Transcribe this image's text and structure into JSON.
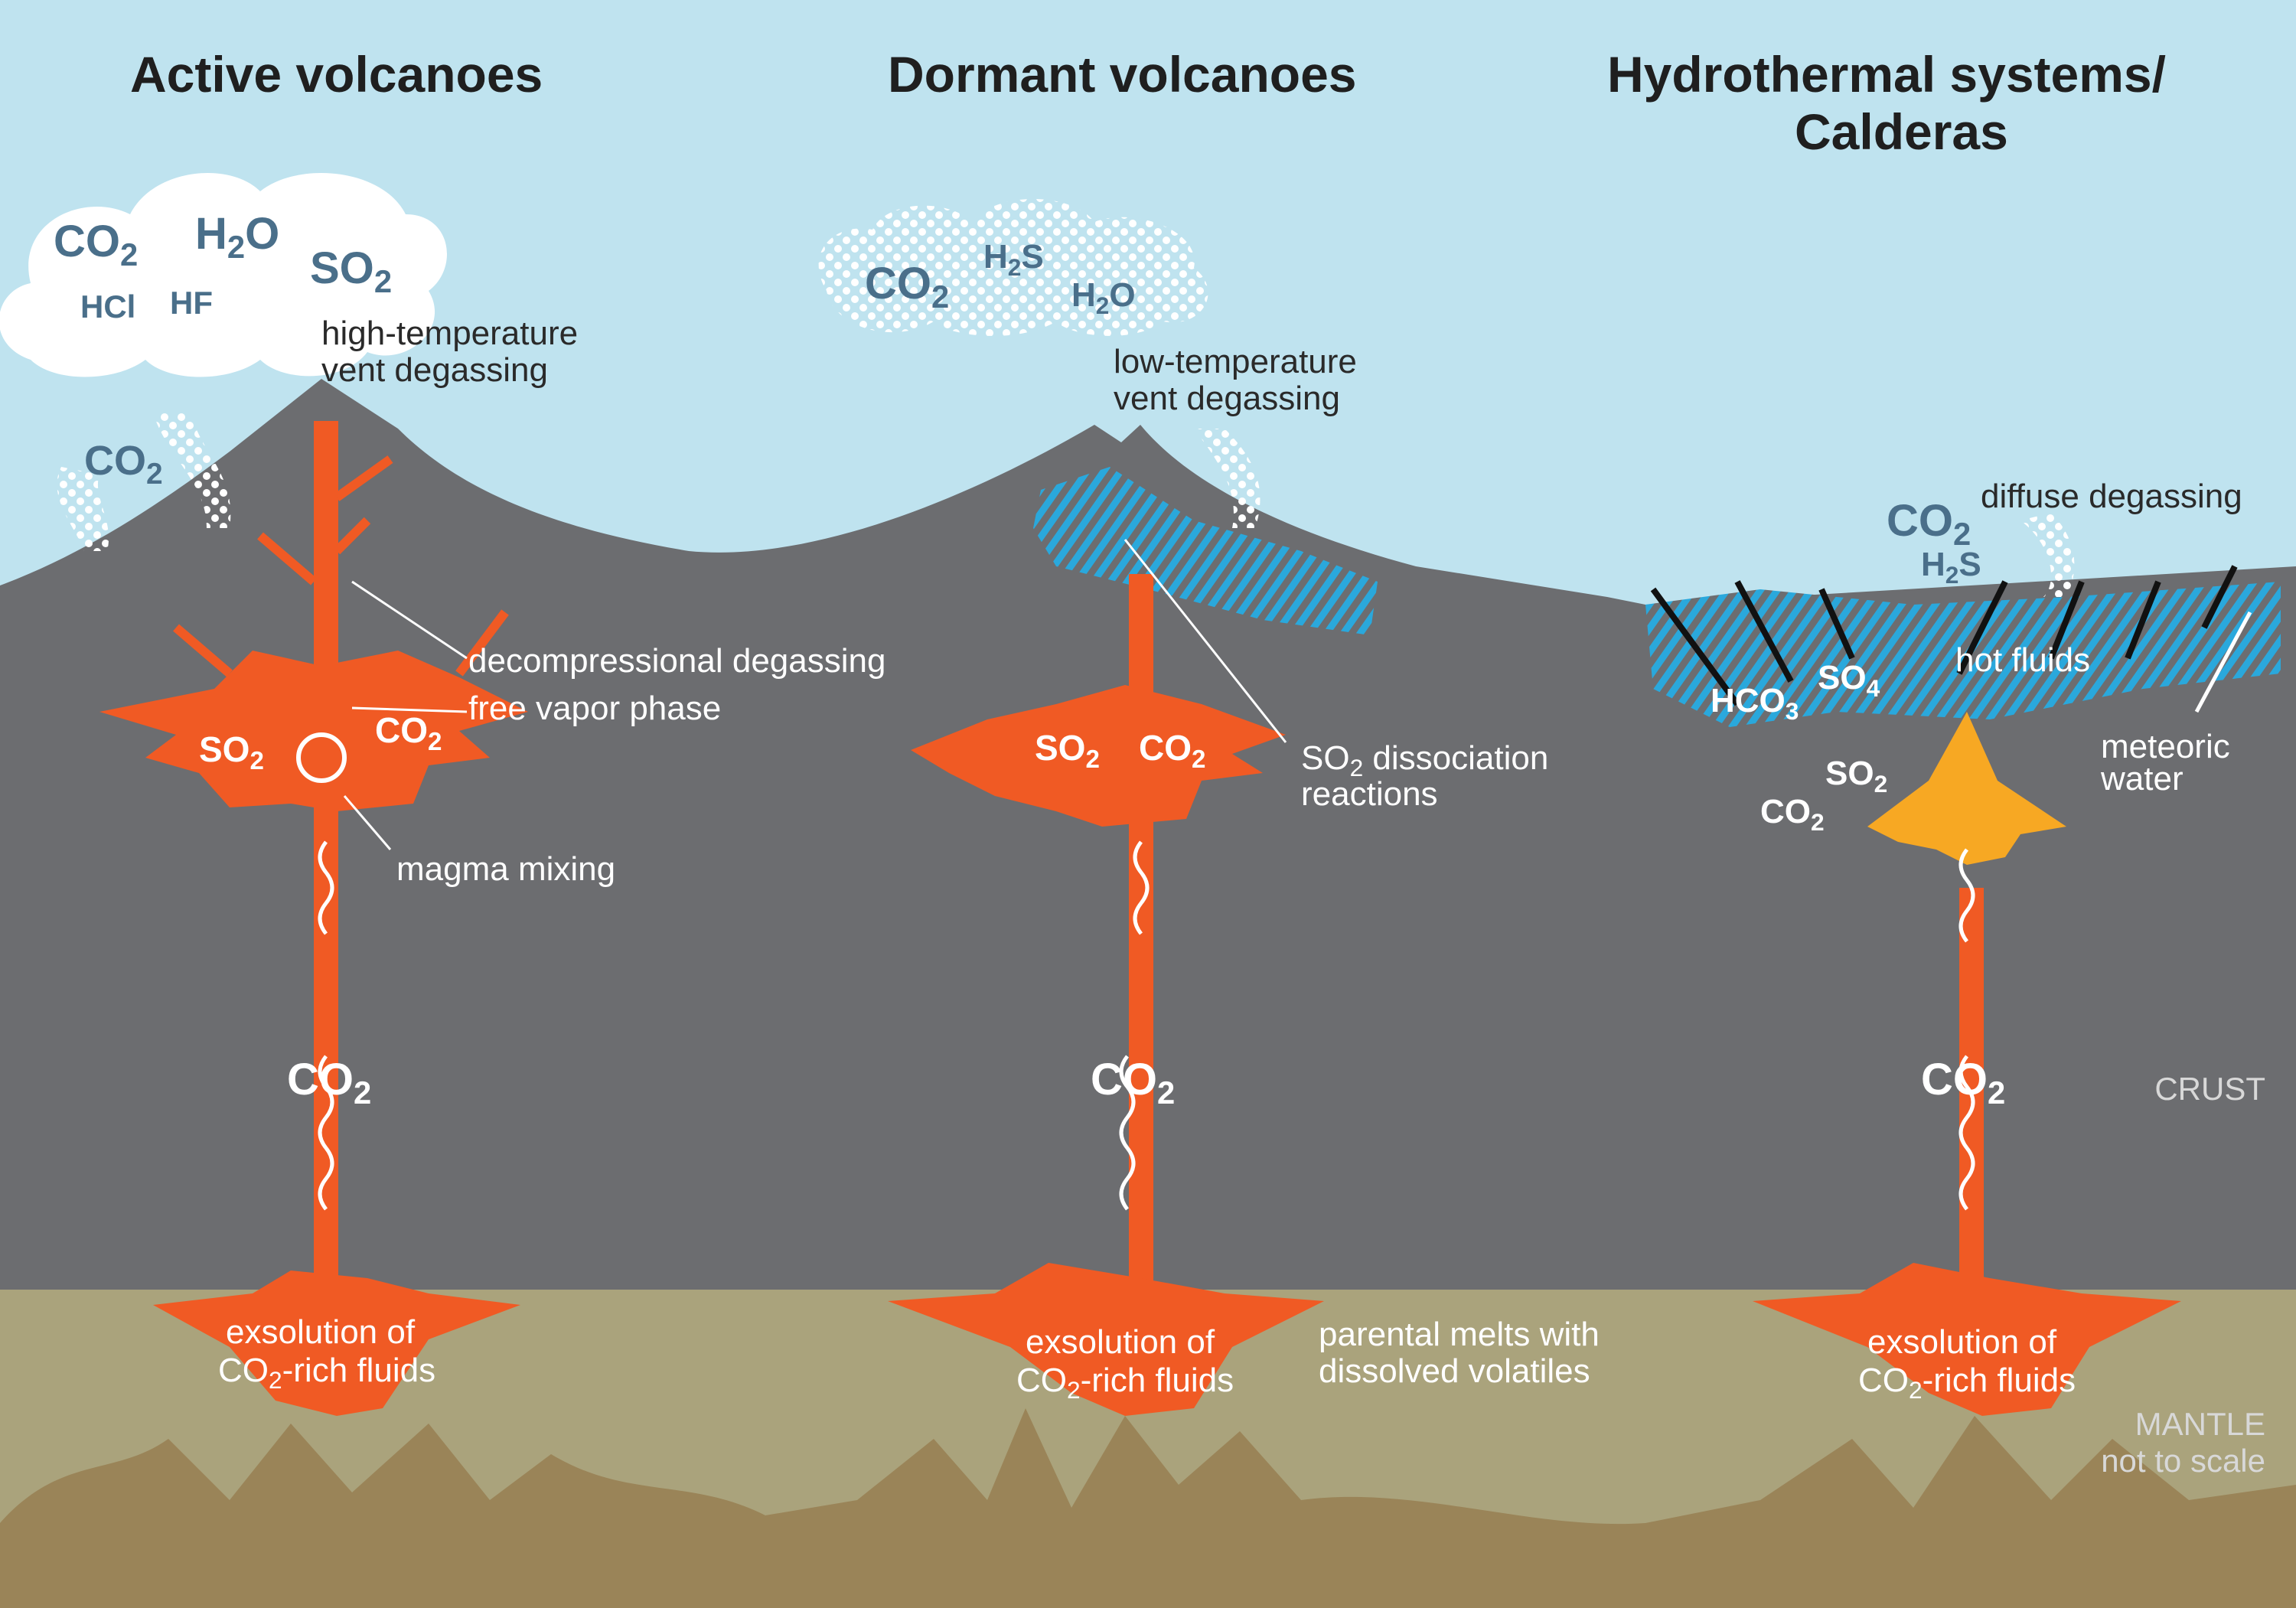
{
  "titles": {
    "active": "Active volcanoes",
    "dormant": "Dormant volcanoes",
    "hydro_line1": "Hydrothermal systems/",
    "hydro_line2": "Calderas"
  },
  "gases": {
    "co2": "CO",
    "h2o_h": "H",
    "h2o_o": "O",
    "so2": "SO",
    "hcl": "HCl",
    "hf": "HF",
    "h2s_h": "H",
    "h2s_s": "S",
    "so4": "SO",
    "hco3": "HCO",
    "sub2": "2",
    "sub3": "3",
    "sub4": "4"
  },
  "labels": {
    "high_temp_1": "high-temperature",
    "high_temp_2": "vent degassing",
    "low_temp_1": "low-temperature",
    "low_temp_2": "vent degassing",
    "decompressional": "decompressional degassing",
    "free_vapor": "free vapor phase",
    "magma_mixing": "magma mixing",
    "so2_dissoc_pre": "SO",
    "so2_dissoc_post": " dissociation",
    "reactions": "reactions",
    "diffuse": "diffuse degassing",
    "hot_fluids": "hot fluids",
    "meteoric_1": "meteoric",
    "meteoric_2": "water",
    "exsolution_1": "exsolution of",
    "exsolution_2_pre": "CO",
    "exsolution_2_post": "-rich fluids",
    "parental_1": "parental melts with",
    "parental_2": "dissolved volatiles",
    "crust": "CRUST",
    "mantle": "MANTLE",
    "not_to_scale": "not to scale"
  },
  "colors": {
    "sky": "#bfe3ef",
    "crust": "#6c6d70",
    "mantle": "#aaa37c",
    "mantle_deep": "#9a8458",
    "magma": "#f05a24",
    "hydro_fluid": "#2aa8dc",
    "hot_magma": "#f7a823",
    "text_dark": "#1f1f1f",
    "gas_blue": "#4a6f8a"
  }
}
